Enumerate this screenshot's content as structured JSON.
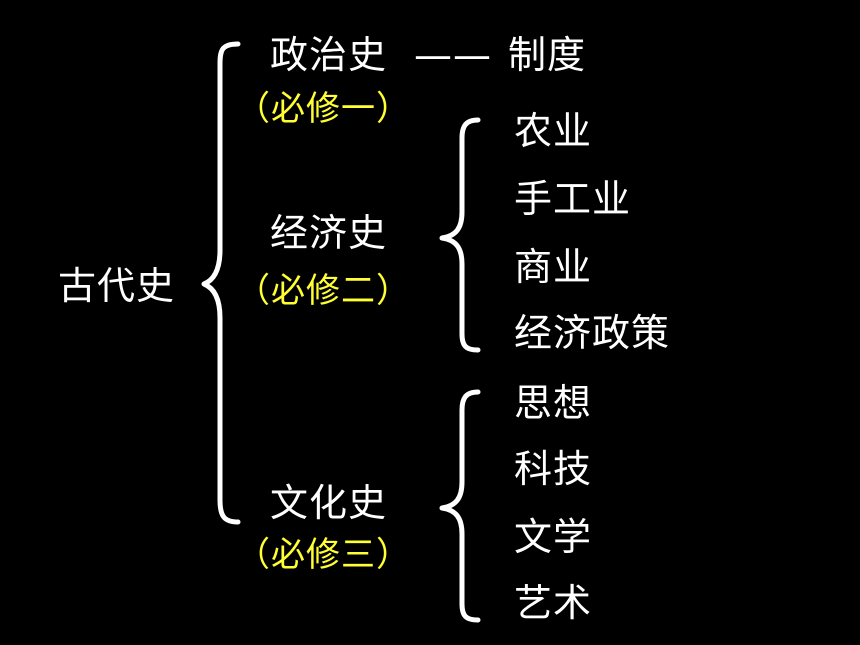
{
  "root": {
    "label": "古代史"
  },
  "branches": [
    {
      "title": "政治史",
      "connector": "——",
      "target": "制度",
      "module": "（必修一）",
      "children": []
    },
    {
      "title": "经济史",
      "module": "（必修二）",
      "children": [
        "农业",
        "手工业",
        "商业",
        "经济政策"
      ]
    },
    {
      "title": "文化史",
      "module": "（必修三）",
      "children": [
        "思想",
        "科技",
        "文学",
        "艺术"
      ]
    }
  ],
  "colors": {
    "background": "#000000",
    "text": "#ffffff",
    "module_text": "#ffff33",
    "brace": "#ffffff"
  }
}
